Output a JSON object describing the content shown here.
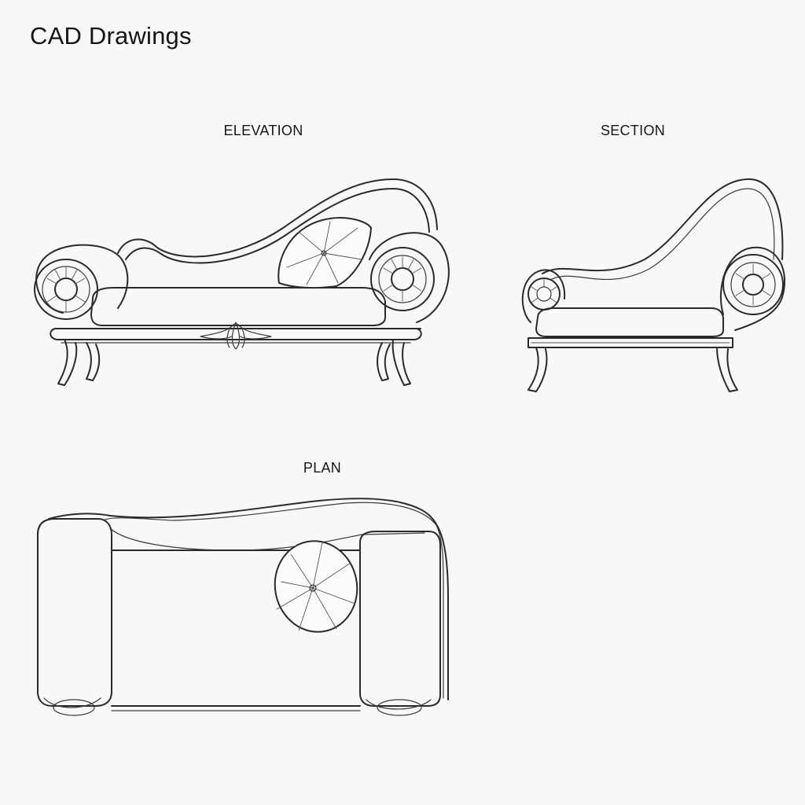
{
  "page": {
    "title": "CAD Drawings"
  },
  "views": {
    "elevation": "ELEVATION",
    "section": "SECTION",
    "plan": "PLAN"
  },
  "colors": {
    "background": "#f8f8f7",
    "line": "#2a2a2a"
  }
}
